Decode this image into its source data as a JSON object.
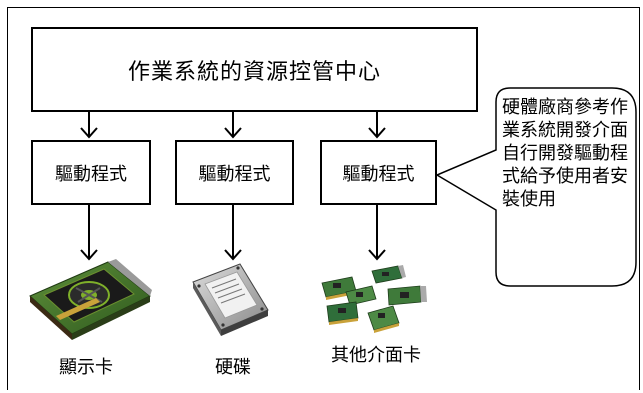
{
  "diagram": {
    "title": "作業系統的資源控管中心",
    "drivers": [
      {
        "label": "驅動程式"
      },
      {
        "label": "驅動程式"
      },
      {
        "label": "驅動程式"
      }
    ],
    "devices": [
      {
        "label": "顯示卡",
        "icon": "graphics-card-icon"
      },
      {
        "label": "硬碟",
        "icon": "hard-drive-icon"
      },
      {
        "label": "其他介面卡",
        "icon": "interface-cards-icon"
      }
    ],
    "callout": {
      "text": "硬體廠商參考作業系統開發介面自行開發驅動程式給予使用者安裝使用"
    }
  }
}
